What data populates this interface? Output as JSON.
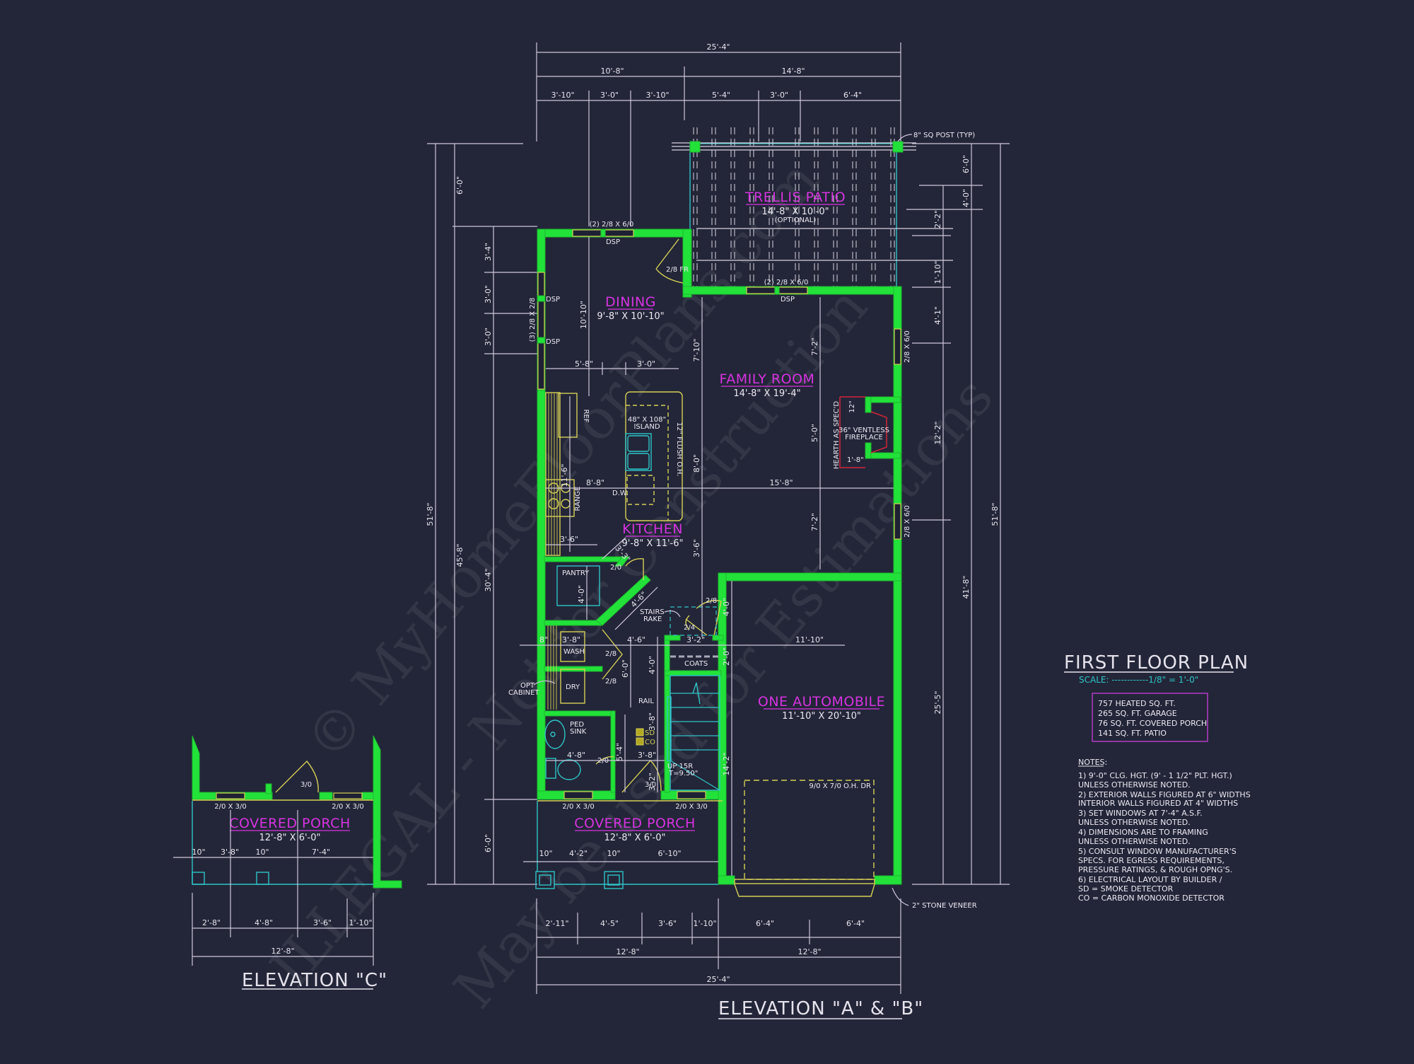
{
  "plan": {
    "title": "FIRST FLOOR PLAN",
    "scale": "SCALE: ------------1/8\" = 1'-0\"",
    "area_summary": [
      "757 HEATED SQ. FT.",
      "265 SQ. FT. GARAGE",
      "76 SQ. FT. COVERED PORCH",
      "141 SQ. FT. PATIO"
    ],
    "notes_heading": "NOTES:",
    "notes": [
      "1)  9'-0\"  CLG. HGT. (9' - 1 1/2\" PLT. HGT.)",
      "     UNLESS OTHERWISE NOTED.",
      "2)  EXTERIOR WALLS FIGURED AT 6\" WIDTHS",
      "     INTERIOR WALLS FIGURED AT 4\" WIDTHS",
      "3)  SET WINDOWS AT 7'-4\" A.S.F.",
      "     UNLESS OTHERWISE NOTED.",
      "4)  DIMENSIONS ARE TO FRAMING",
      "     UNLESS OTHERWISE NOTED.",
      "5)  CONSULT WINDOW MANUFACTURER'S",
      "     SPECS. FOR EGRESS REQUIREMENTS,",
      "     PRESSURE RATINGS, & ROUGH OPNG'S.",
      "6)  ELECTRICAL LAYOUT BY BUILDER /",
      "     SD = SMOKE DETECTOR",
      "     CO = CARBON MONOXIDE DETECTOR"
    ]
  },
  "rooms": {
    "trellis": {
      "name": "TRELLIS PATIO",
      "size": "14'-8\" X 10'-0\"",
      "note": "(OPTIONAL)"
    },
    "dining": {
      "name": "DINING",
      "size": "9'-8\" X 10'-10\""
    },
    "family": {
      "name": "FAMILY ROOM",
      "size": "14'-8\" X 19'-4\""
    },
    "kitchen": {
      "name": "KITCHEN",
      "size": "9'-8\" X 11'-6\""
    },
    "garage": {
      "name": "ONE AUTOMOBILE",
      "size": "11'-10\" X 20'-10\""
    },
    "porch": {
      "name": "COVERED PORCH",
      "size": "12'-8\" X 6'-0\""
    },
    "porch_c": {
      "name": "COVERED PORCH",
      "size": "12'-8\" X 6'-0\""
    }
  },
  "labels": {
    "post": "8\" SQ POST (TYP)",
    "win_rear_dining": "(2) 2/8 X 6/0",
    "win_rear_family": "(2) 2/8 X 6/0",
    "win_side": "(3) 2/8 X 2/8",
    "win_right1": "2/8 X 6/0",
    "win_right2": "2/8 X 6/0",
    "dsp": "DSP",
    "door_fr": "2/8 FR",
    "island": "48\" X 108\"",
    "island2": "ISLAND",
    "flush": "12\" FLUSH O.H.",
    "ref": "REF",
    "range": "RANGE",
    "dw": "D.W.",
    "hearth": "HEARTH AS SPEC'D",
    "fireplace1": "36\" VENTLESS",
    "fireplace2": "FIREPLACE",
    "pantry": "PANTRY",
    "stairs_rake1": "STAIRS",
    "stairs_rake2": "RAKE",
    "wash": "WASH",
    "dry": "DRY",
    "opt_cabinet1": "OPT",
    "opt_cabinet2": "CABINET",
    "coats": "COATS",
    "rail": "RAIL",
    "ped_sink1": "PED",
    "ped_sink2": "SINK",
    "sd": "SD",
    "co": "CO",
    "up": "UP 15R",
    "riser": "T=9.50\"",
    "door_2_0": "2/0",
    "door_2_8": "2/8",
    "door_2_4": "2/4",
    "door_3_0": "3/0",
    "win_front": "2/0 X 3/0",
    "garage_door": "9/0 X 7/0 O.H. DR",
    "stone": "2\" STONE VENEER",
    "elev_ab": "ELEVATION \"A\" & \"B\"",
    "elev_c": "ELEVATION \"C\""
  },
  "dims": {
    "top_total": "25'-4\"",
    "top_left": "10'-8\"",
    "top_right": "14'-8\"",
    "top_segments": [
      "3'-10\"",
      "3'-0\"",
      "3'-10\"",
      "5'-4\"",
      "3'-0\"",
      "6'-4\""
    ],
    "left_outer": "51'-8\"",
    "left_mid": "45'-8\"",
    "left_top": "6'-0\"",
    "left_inner": [
      "3'-4\"",
      "3'-0\"",
      "3'-0\"",
      "30'-4\"",
      "6'-0\""
    ],
    "right_outer": "51'-8\"",
    "right_mid": [
      "6'-0\"",
      "4'-0\"",
      "41'-8\""
    ],
    "right_inner": [
      "2'-2\"",
      "1'-10\"",
      "4'-1\"",
      "12'-2\"",
      "25'-5\""
    ],
    "interior": {
      "dining_h": "10'-10\"",
      "k1": "5'-8\"",
      "k2": "3'-0\"",
      "fam_v1": "7'-10\"",
      "k_len": "11'-6\"",
      "k_w": "8'-8\"",
      "isl": "8'-0\"",
      "fam_w": "15'-8\"",
      "fam_v2": "7'-2\"",
      "fam_v3": "5'-0\"",
      "fam_v4": "7'-2\"",
      "fp1": "12\"",
      "fp2": "1'-8\"",
      "k3": "3'-6\"",
      "k4": "3'-6\"",
      "diag1": "3'-3\"",
      "pantry": "4'-0\"",
      "diag2": "4'-6\"",
      "w8": "8\"",
      "wash": "3'-8\"",
      "hall": "4'-6\"",
      "hall_v": "6'-0\"",
      "hall_v2": "4'-0\"",
      "coat": "3'-2\"",
      "g1": "4'-0\"",
      "g2": "2'-0\"",
      "g_w": "11'-10\"",
      "g3": "14'-2\"",
      "bath": "4'-8\"",
      "b2": "5'-4\"",
      "b3": "3'-8\"",
      "b4": "3'-8\"",
      "b5": "3'-2\""
    },
    "porch_row": [
      "10\"",
      "4'-2\"",
      "10\"",
      "6'-10\""
    ],
    "bottom_row": [
      "2'-11\"",
      "4'-5\"",
      "3'-6\"",
      "1'-10\"",
      "6'-4\"",
      "6'-4\""
    ],
    "bottom_mid": [
      "12'-8\"",
      "12'-8\""
    ],
    "bottom_total": "25'-4\"",
    "c_row1": [
      "10\"",
      "3'-8\"",
      "10\"",
      "7'-4\""
    ],
    "c_row2": [
      "2'-8\"",
      "4'-8\"",
      "3'-6\"",
      "1'-10\""
    ],
    "c_total": "12'-8\""
  },
  "watermark": [
    "© MyHomeFloorPlans.com",
    "ILLEGAL - Not for Construction",
    "May be used for Estimations"
  ]
}
